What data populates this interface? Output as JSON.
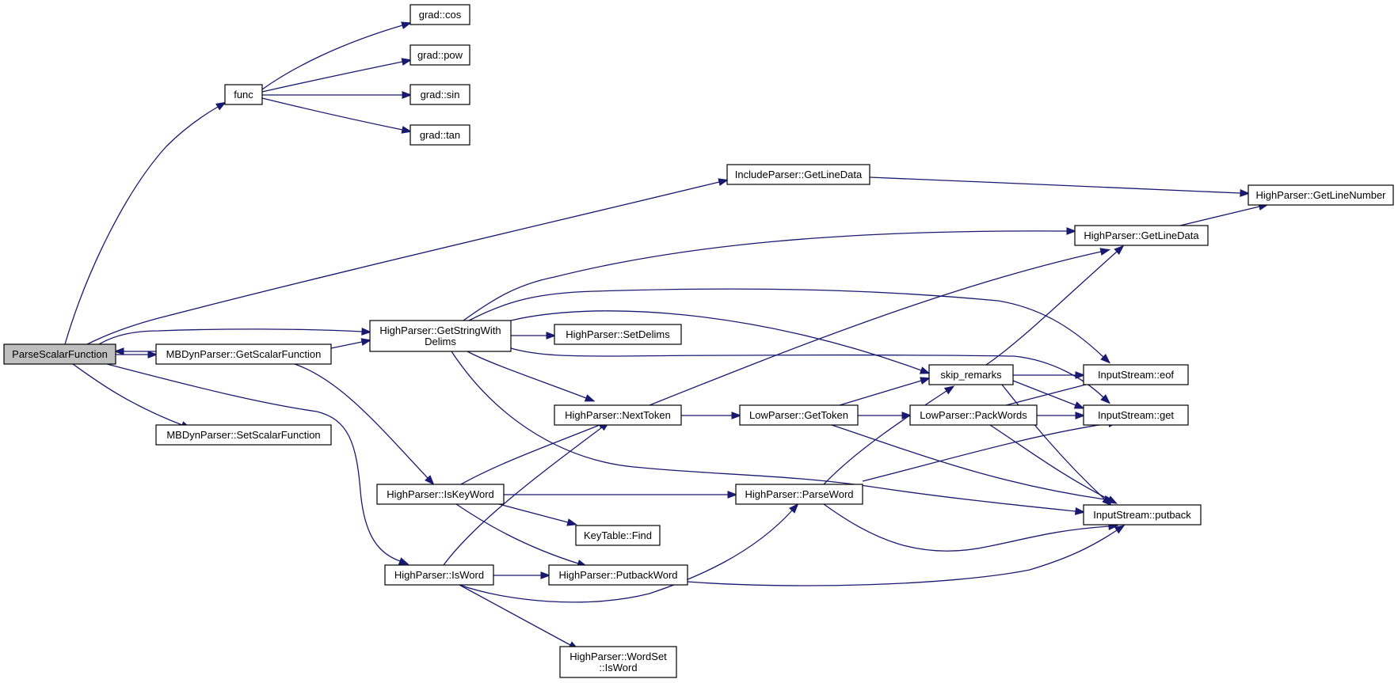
{
  "graph": {
    "nodes": [
      {
        "id": "psf",
        "lines": [
          "ParseScalarFunction"
        ],
        "root": true
      },
      {
        "id": "func",
        "lines": [
          "func"
        ]
      },
      {
        "id": "gcos",
        "lines": [
          "grad::cos"
        ]
      },
      {
        "id": "gpow",
        "lines": [
          "grad::pow"
        ]
      },
      {
        "id": "gsin",
        "lines": [
          "grad::sin"
        ]
      },
      {
        "id": "gtan",
        "lines": [
          "grad::tan"
        ]
      },
      {
        "id": "ipgld",
        "lines": [
          "IncludeParser::GetLineData"
        ]
      },
      {
        "id": "hpgln",
        "lines": [
          "HighParser::GetLineNumber"
        ]
      },
      {
        "id": "hpgld",
        "lines": [
          "HighParser::GetLineData"
        ]
      },
      {
        "id": "hpgswd",
        "lines": [
          "HighParser::GetStringWith",
          "Delims"
        ]
      },
      {
        "id": "mbgsf",
        "lines": [
          "MBDynParser::GetScalarFunction"
        ]
      },
      {
        "id": "mbssf",
        "lines": [
          "MBDynParser::SetScalarFunction"
        ]
      },
      {
        "id": "hpsd",
        "lines": [
          "HighParser::SetDelims"
        ]
      },
      {
        "id": "skip",
        "lines": [
          "skip_remarks"
        ]
      },
      {
        "id": "iseof",
        "lines": [
          "InputStream::eof"
        ]
      },
      {
        "id": "isget",
        "lines": [
          "InputStream::get"
        ]
      },
      {
        "id": "hpnt",
        "lines": [
          "HighParser::NextToken"
        ]
      },
      {
        "id": "lpgt",
        "lines": [
          "LowParser::GetToken"
        ]
      },
      {
        "id": "lppw",
        "lines": [
          "LowParser::PackWords"
        ]
      },
      {
        "id": "hpikw",
        "lines": [
          "HighParser::IsKeyWord"
        ]
      },
      {
        "id": "hppw",
        "lines": [
          "HighParser::ParseWord"
        ]
      },
      {
        "id": "ispb",
        "lines": [
          "InputStream::putback"
        ]
      },
      {
        "id": "ktf",
        "lines": [
          "KeyTable::Find"
        ]
      },
      {
        "id": "hpiw",
        "lines": [
          "HighParser::IsWord"
        ]
      },
      {
        "id": "hppbw",
        "lines": [
          "HighParser::PutbackWord"
        ]
      },
      {
        "id": "hpwsiw",
        "lines": [
          "HighParser::WordSet",
          "::IsWord"
        ]
      }
    ],
    "edges": [
      [
        "psf",
        "func"
      ],
      [
        "func",
        "gcos"
      ],
      [
        "func",
        "gpow"
      ],
      [
        "func",
        "gsin"
      ],
      [
        "func",
        "gtan"
      ],
      [
        "psf",
        "ipgld"
      ],
      [
        "ipgld",
        "hpgln"
      ],
      [
        "psf",
        "hpgswd"
      ],
      [
        "psf",
        "mbgsf"
      ],
      [
        "mbgsf",
        "psf"
      ],
      [
        "mbgsf",
        "hpgswd"
      ],
      [
        "psf",
        "mbssf"
      ],
      [
        "psf",
        "hpiw"
      ],
      [
        "hpgswd",
        "hpgld"
      ],
      [
        "hpgld",
        "hpgln"
      ],
      [
        "hpgswd",
        "iseof"
      ],
      [
        "hpgswd",
        "hpsd"
      ],
      [
        "hpgswd",
        "skip"
      ],
      [
        "hpgswd",
        "isget"
      ],
      [
        "hpgswd",
        "hpnt"
      ],
      [
        "hpgswd",
        "ispb"
      ],
      [
        "mbgsf",
        "hpikw"
      ],
      [
        "skip",
        "hpgld"
      ],
      [
        "skip",
        "iseof"
      ],
      [
        "skip",
        "isget"
      ],
      [
        "skip",
        "ispb"
      ],
      [
        "hpnt",
        "hpgld"
      ],
      [
        "hpnt",
        "lpgt"
      ],
      [
        "lpgt",
        "skip"
      ],
      [
        "lpgt",
        "lppw"
      ],
      [
        "lpgt",
        "ispb"
      ],
      [
        "lppw",
        "iseof"
      ],
      [
        "lppw",
        "isget"
      ],
      [
        "lppw",
        "ispb"
      ],
      [
        "hpikw",
        "hpnt"
      ],
      [
        "hpikw",
        "hppw"
      ],
      [
        "hpikw",
        "ktf"
      ],
      [
        "hpikw",
        "hppbw"
      ],
      [
        "hppw",
        "skip"
      ],
      [
        "hppw",
        "isget"
      ],
      [
        "hppw",
        "ispb"
      ],
      [
        "hpiw",
        "hpnt"
      ],
      [
        "hpiw",
        "hppbw"
      ],
      [
        "hpiw",
        "hppw"
      ],
      [
        "hpiw",
        "hpwsiw"
      ],
      [
        "hppbw",
        "ispb"
      ]
    ]
  }
}
